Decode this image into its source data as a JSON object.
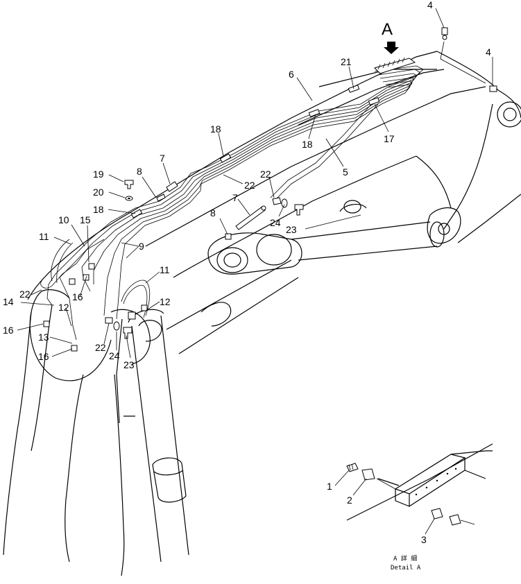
{
  "diagram": {
    "view_label": "A",
    "detail_caption_line1": "A 詳 細",
    "detail_caption_line2": "Detail A",
    "callouts": [
      {
        "id": "c4a",
        "text": "4"
      },
      {
        "id": "c4b",
        "text": "4"
      },
      {
        "id": "c21",
        "text": "21"
      },
      {
        "id": "c6",
        "text": "6"
      },
      {
        "id": "c17",
        "text": "17"
      },
      {
        "id": "c18a",
        "text": "18"
      },
      {
        "id": "c18b",
        "text": "18"
      },
      {
        "id": "c5",
        "text": "5"
      },
      {
        "id": "c22a",
        "text": "22"
      },
      {
        "id": "c22b",
        "text": "22"
      },
      {
        "id": "c7a",
        "text": "7"
      },
      {
        "id": "c8a",
        "text": "8"
      },
      {
        "id": "c19",
        "text": "19"
      },
      {
        "id": "c20",
        "text": "20"
      },
      {
        "id": "c18c",
        "text": "18"
      },
      {
        "id": "c7b",
        "text": "7"
      },
      {
        "id": "c8b",
        "text": "8"
      },
      {
        "id": "c24a",
        "text": "24"
      },
      {
        "id": "c23a",
        "text": "23"
      },
      {
        "id": "c10",
        "text": "10"
      },
      {
        "id": "c15",
        "text": "15"
      },
      {
        "id": "c11a",
        "text": "11"
      },
      {
        "id": "c9",
        "text": "9"
      },
      {
        "id": "c11b",
        "text": "11"
      },
      {
        "id": "c22c",
        "text": "22"
      },
      {
        "id": "c14",
        "text": "14"
      },
      {
        "id": "c12a",
        "text": "12"
      },
      {
        "id": "c16a",
        "text": "16"
      },
      {
        "id": "c12b",
        "text": "12"
      },
      {
        "id": "c16b",
        "text": "16"
      },
      {
        "id": "c13",
        "text": "13"
      },
      {
        "id": "c22d",
        "text": "22"
      },
      {
        "id": "c24b",
        "text": "24"
      },
      {
        "id": "c16c",
        "text": "16"
      },
      {
        "id": "c23b",
        "text": "23"
      },
      {
        "id": "c1",
        "text": "1"
      },
      {
        "id": "c2",
        "text": "2"
      },
      {
        "id": "c3",
        "text": "3"
      }
    ]
  }
}
